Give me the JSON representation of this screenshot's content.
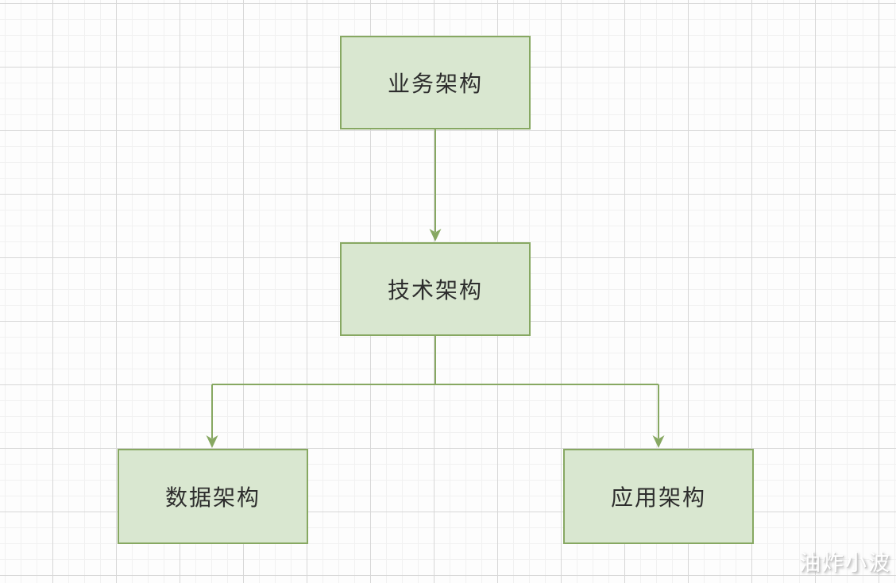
{
  "diagram": {
    "nodes": [
      {
        "id": "business",
        "label": "业务架构"
      },
      {
        "id": "technology",
        "label": "技术架构"
      },
      {
        "id": "data",
        "label": "数据架构"
      },
      {
        "id": "application",
        "label": "应用架构"
      }
    ],
    "edges": [
      {
        "from": "business",
        "to": "technology",
        "style": "straight-arrow"
      },
      {
        "from": "technology",
        "to": "data",
        "style": "elbow-arrow"
      },
      {
        "from": "technology",
        "to": "application",
        "style": "elbow-arrow"
      }
    ],
    "colors": {
      "node_fill": "#d9e7d0",
      "node_border": "#87a862",
      "connector": "#87a862",
      "label_text": "#2d2d2d",
      "grid_minor": "#f1f1f1",
      "grid_major": "#d7d7d7",
      "background": "#fdfdfd"
    }
  },
  "watermark": {
    "text": "油炸小波"
  }
}
